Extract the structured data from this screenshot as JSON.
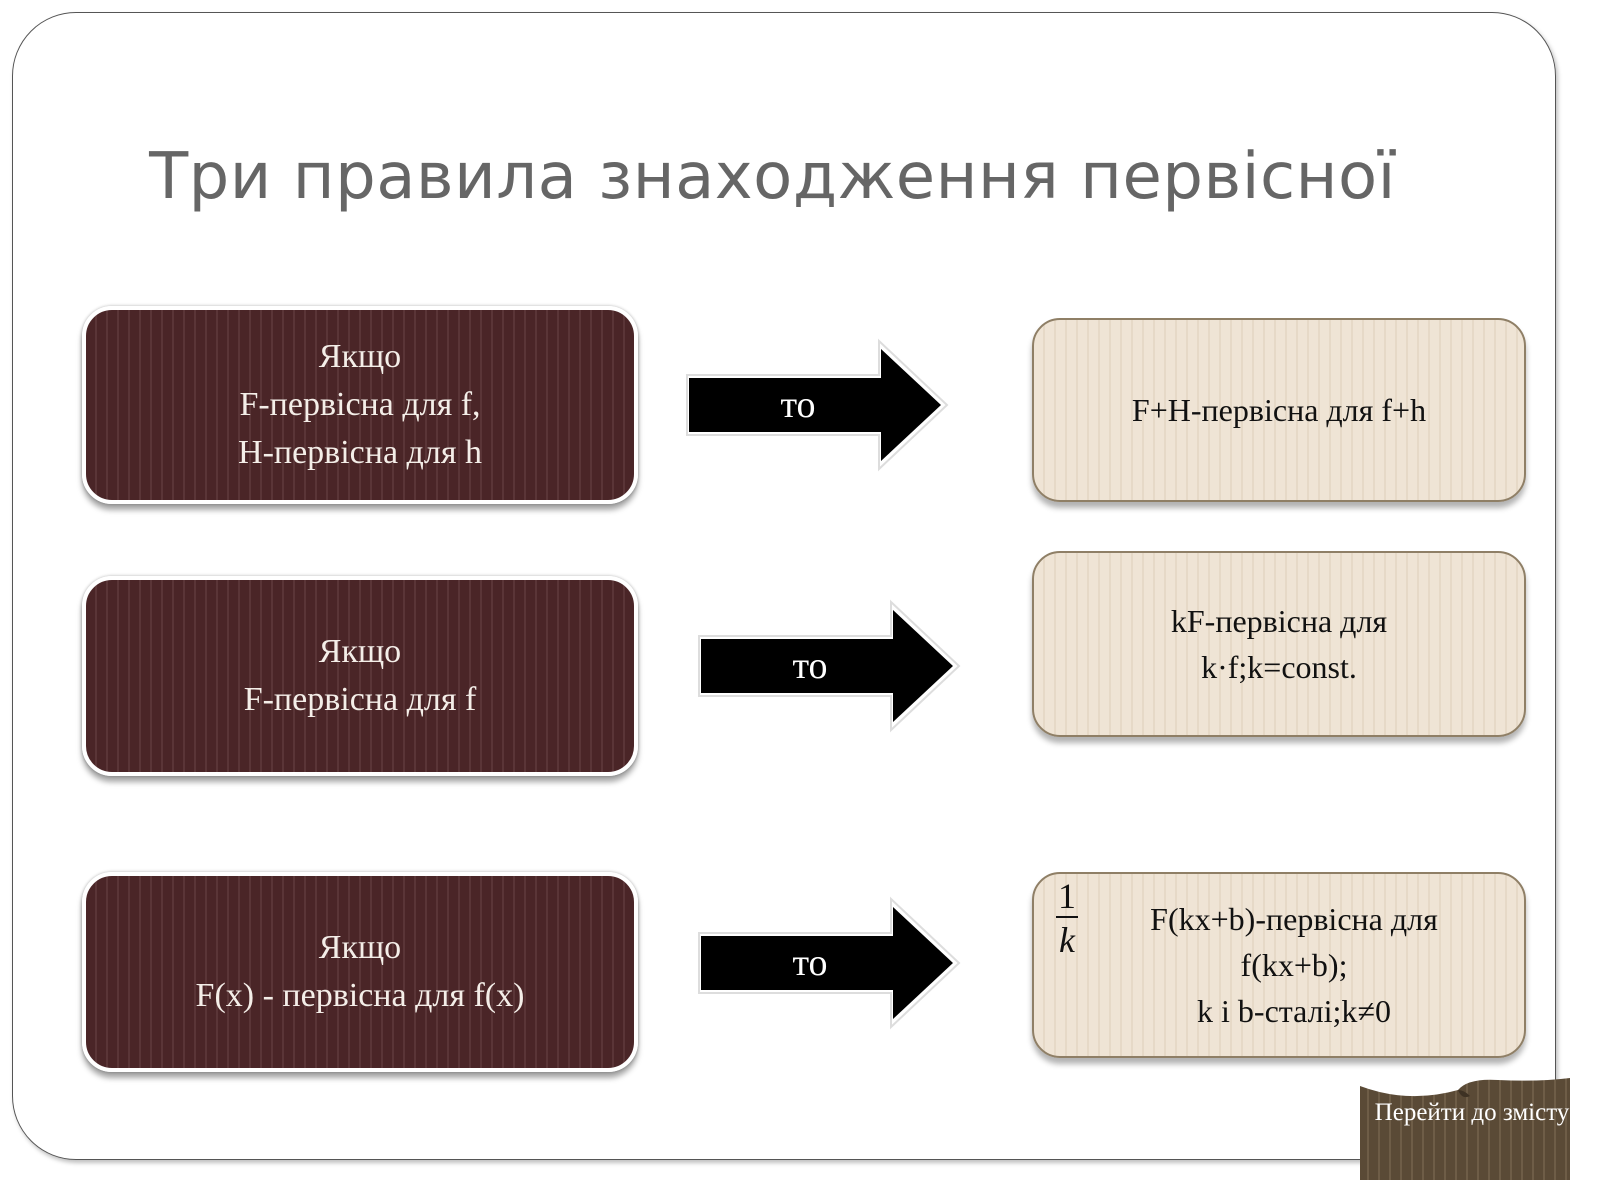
{
  "title": "Три правила знаходження первісної",
  "rules": [
    {
      "condition": [
        "Якщо",
        "F-первісна для f,",
        "H-первісна для h"
      ],
      "arrow": "то",
      "result": [
        "F+H-первісна для f+h"
      ]
    },
    {
      "condition": [
        "Якщо",
        "F-первісна для f"
      ],
      "arrow": "то",
      "result": [
        "kF-первісна для",
        "k·f;k=const."
      ]
    },
    {
      "condition": [
        "Якщо",
        "F(x) - первісна для f(x)"
      ],
      "arrow": "то",
      "fraction": {
        "numerator": "1",
        "denominator": "k"
      },
      "result": [
        "F(kx+b)-первісна для",
        "f(kx+b);",
        "k і b-сталі;k≠0"
      ]
    }
  ],
  "nav": {
    "goto_contents": "Перейти до змісту"
  },
  "colors": {
    "dark_box": "#4a2527",
    "light_box": "#efe4d5",
    "title": "#666666",
    "nav": "#5a4a36"
  }
}
